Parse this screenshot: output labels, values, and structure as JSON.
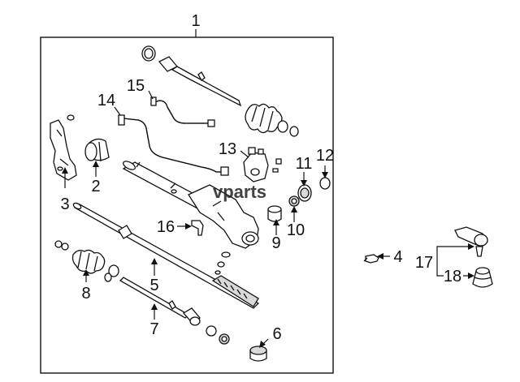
{
  "diagram": {
    "callouts": [
      {
        "id": "1",
        "text": "1"
      },
      {
        "id": "2",
        "text": "2"
      },
      {
        "id": "3",
        "text": "3"
      },
      {
        "id": "4",
        "text": "4"
      },
      {
        "id": "5",
        "text": "5"
      },
      {
        "id": "6",
        "text": "6"
      },
      {
        "id": "7",
        "text": "7"
      },
      {
        "id": "8",
        "text": "8"
      },
      {
        "id": "9",
        "text": "9"
      },
      {
        "id": "10",
        "text": "10"
      },
      {
        "id": "11",
        "text": "11"
      },
      {
        "id": "12",
        "text": "12"
      },
      {
        "id": "13",
        "text": "13"
      },
      {
        "id": "14",
        "text": "14"
      },
      {
        "id": "15",
        "text": "15"
      },
      {
        "id": "16",
        "text": "16"
      },
      {
        "id": "17",
        "text": "17"
      },
      {
        "id": "18",
        "text": "18"
      }
    ],
    "watermark": "vparts"
  }
}
